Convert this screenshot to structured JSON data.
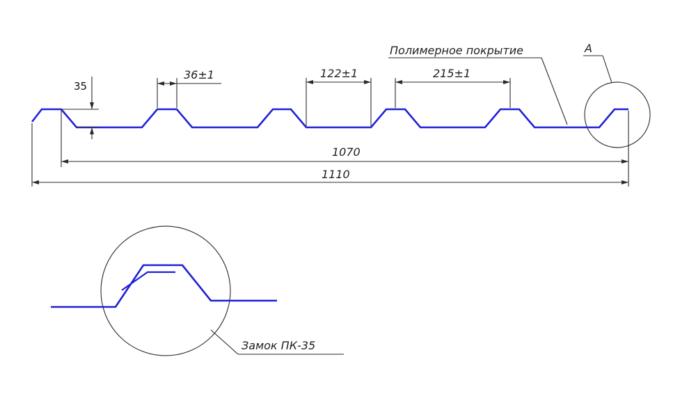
{
  "labels": {
    "height": "35",
    "rib_top": "36±1",
    "valley_width": "122±1",
    "pitch": "215±1",
    "coating": "Полимерное покрытие",
    "detail_ref": "A",
    "useful_width": "1070",
    "total_width": "1110",
    "lock_caption": "Замок ПК-35"
  },
  "colors": {
    "profile": "#1f1fd6",
    "lines": "#2a2a2a"
  }
}
